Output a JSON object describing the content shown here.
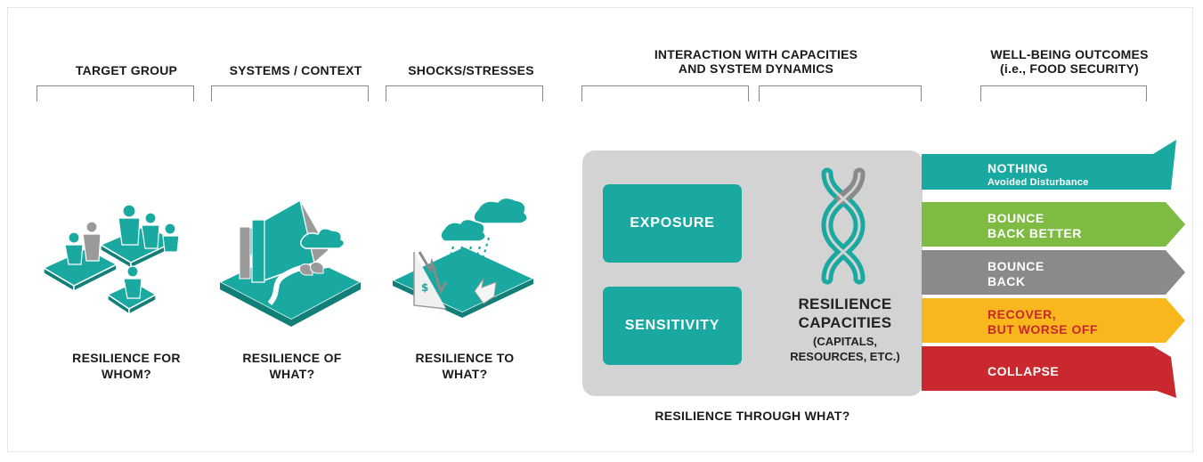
{
  "headers": {
    "target_group": "TARGET GROUP",
    "systems_context": "SYSTEMS / CONTEXT",
    "shocks_stresses": "SHOCKS/STRESSES",
    "interaction_line1": "INTERACTION WITH CAPACITIES",
    "interaction_line2": "AND SYSTEM DYNAMICS",
    "wellbeing_line1": "WELL-BEING OUTCOMES",
    "wellbeing_line2": "(i.e., FOOD SECURITY)"
  },
  "captions": {
    "whom_line1": "RESILIENCE FOR",
    "whom_line2": "WHOM?",
    "what_line1": "RESILIENCE OF",
    "what_line2": "WHAT?",
    "to_line1": "RESILIENCE TO",
    "to_line2": "WHAT?",
    "through": "RESILIENCE THROUGH WHAT?"
  },
  "boxes": {
    "exposure": "EXPOSURE",
    "sensitivity": "SENSITIVITY"
  },
  "capacities": {
    "title_line1": "RESILIENCE",
    "title_line2": "CAPACITIES",
    "sub_line1": "(CAPITALS,",
    "sub_line2": "RESOURCES, ETC.)"
  },
  "outcomes": [
    {
      "line1": "NOTHING",
      "line2": "Avoided Disturbance",
      "color": "#1aa9a0"
    },
    {
      "line1": "BOUNCE",
      "line2": "BACK BETTER",
      "color": "#7dbb42"
    },
    {
      "line1": "BOUNCE",
      "line2": "BACK",
      "color": "#8a8a8a"
    },
    {
      "line1": "RECOVER,",
      "line2": "BUT WORSE OFF",
      "color": "#f7b71d"
    },
    {
      "line1": "COLLAPSE",
      "line2": "",
      "color": "#c8282e"
    }
  ],
  "colors": {
    "teal": "#1aa9a0",
    "panel_gray": "#d3d3d3",
    "bracket_gray": "#888888",
    "text_dark": "#1a1a1a"
  },
  "icons": [
    "people-icon",
    "landscape-icon",
    "storm-icon",
    "dna-icon",
    "dollar-icon"
  ]
}
